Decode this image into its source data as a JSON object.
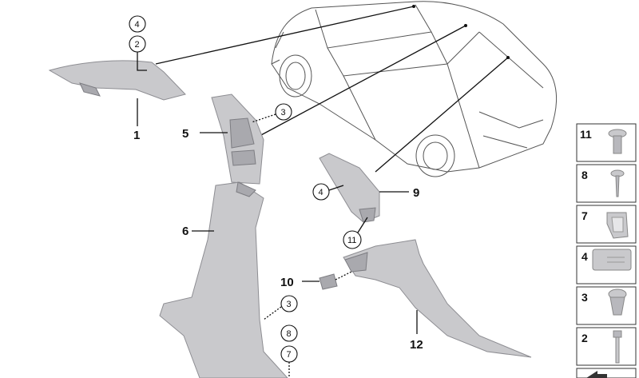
{
  "parts": {
    "p1": "1",
    "p5": "5",
    "p6": "6",
    "p9": "9",
    "p10": "10",
    "p12": "12"
  },
  "callouts": {
    "c4_top": "4",
    "c2_top": "2",
    "c3_mid": "3",
    "c4_mid": "4",
    "c11_mid": "11",
    "c3_low": "3",
    "c8_low": "8",
    "c7_low": "7"
  },
  "legend": [
    {
      "num": "11",
      "icon": "push-rivet-icon"
    },
    {
      "num": "8",
      "icon": "screw-icon"
    },
    {
      "num": "7",
      "icon": "clip-icon"
    },
    {
      "num": "4",
      "icon": "foam-pad-icon"
    },
    {
      "num": "3",
      "icon": "expanding-rivet-icon"
    },
    {
      "num": "2",
      "icon": "bolt-icon"
    },
    {
      "num": "",
      "icon": "arrow-icon"
    }
  ],
  "colors": {
    "part_fill": "#c9c9cc",
    "line": "#111111"
  }
}
